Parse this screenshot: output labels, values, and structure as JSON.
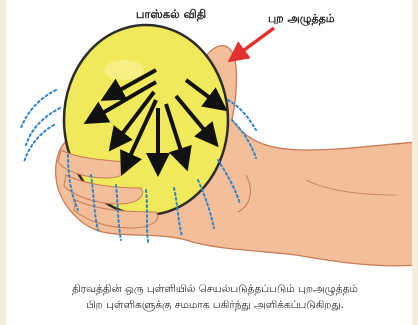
{
  "title": "பாஸ்கல் விதி",
  "pressure_label": "புற அழுத்தம்",
  "caption": {
    "line1": "திரவத்தின் ஒரு புள்ளியில் செயல்படுத்தப்படும் புறஅழுத்தம்",
    "line2": "பிற புள்ளிகளுக்கு சமமாக பகிர்ந்து அளிக்கப்படுகிறது."
  },
  "colors": {
    "ball": "#f0e95a",
    "hand": "#f3bf9b",
    "arrow_pointer": "#e53030",
    "pressure_arrows": "#111111",
    "dotted_lines": "#2f86cf"
  }
}
